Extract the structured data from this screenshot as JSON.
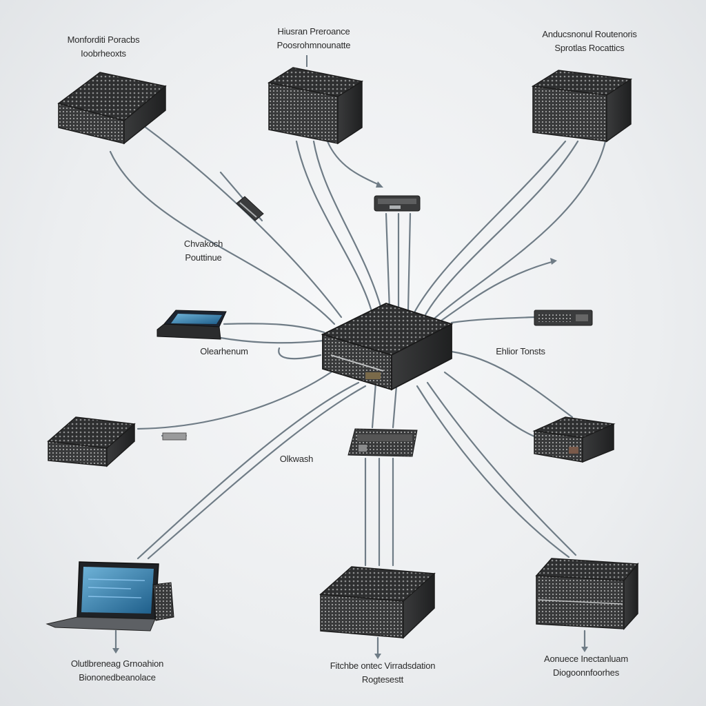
{
  "labels": {
    "top_left": {
      "line1": "Monforditi Poracbs",
      "line2": "Ioobrheoxts"
    },
    "top_center": {
      "line1": "Hiusran Preroance",
      "line2": "Poosrohmnounatte"
    },
    "top_right": {
      "line1": "Anducsnonul Routenoris",
      "line2": "Sprotlas Rocattics"
    },
    "mid_left": {
      "line1": "Chvakoch",
      "line2": "Pouttinue"
    },
    "left_device": {
      "line1": "Olearhenum"
    },
    "right_device": {
      "line1": "Ehlior Tonsts"
    },
    "center_below": {
      "line1": "Olkwash"
    },
    "bottom_left": {
      "line1": "Olutlbreneag Grnoahion",
      "line2": "Biononedbeanolace"
    },
    "bottom_center": {
      "line1": "Fitchbe ontec Virradsdation",
      "line2": "Rogtesestt"
    },
    "bottom_right": {
      "line1": "Aonuece Inectanluam",
      "line2": "Diogoonnfoorhes"
    }
  },
  "colors": {
    "cable": "#6f7c86",
    "device_dark": "#2b2c2d",
    "device_light": "#4a4b4c",
    "screen": "#3b86b8"
  },
  "icons": [
    "hub-device-icon",
    "server-device-icon",
    "router-device-icon",
    "laptop-icon",
    "tablet-icon",
    "connector-icon"
  ]
}
